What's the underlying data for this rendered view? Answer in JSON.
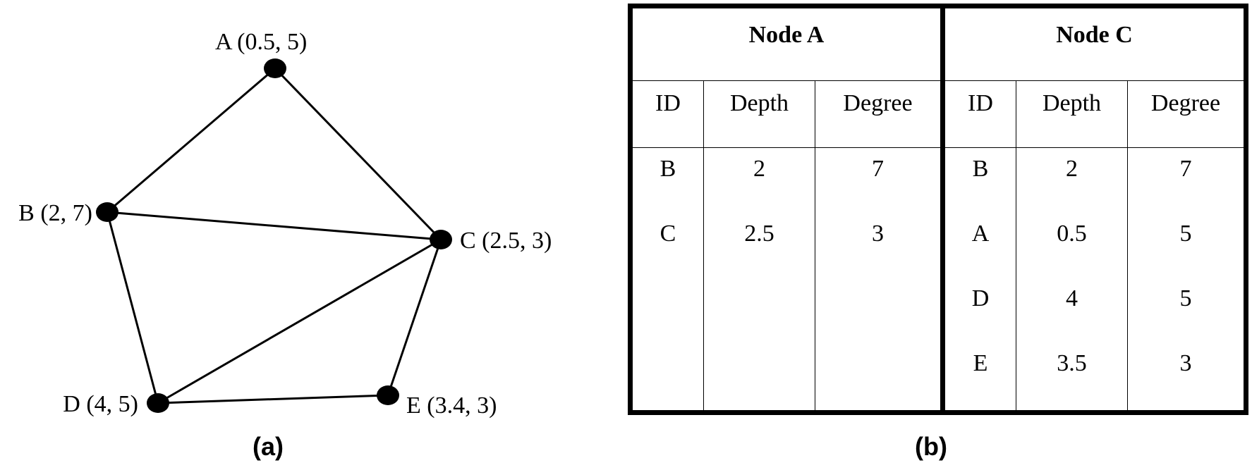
{
  "panel_a": {
    "caption": "(a)",
    "nodes": [
      {
        "id": "A",
        "label": "A (0.5, 5)"
      },
      {
        "id": "B",
        "label": "B (2, 7)"
      },
      {
        "id": "C",
        "label": "C (2.5, 3)"
      },
      {
        "id": "D",
        "label": "D (4, 5)"
      },
      {
        "id": "E",
        "label": "E (3.4, 3)"
      }
    ],
    "edges": [
      [
        "A",
        "B"
      ],
      [
        "A",
        "C"
      ],
      [
        "B",
        "C"
      ],
      [
        "B",
        "D"
      ],
      [
        "C",
        "D"
      ],
      [
        "C",
        "E"
      ],
      [
        "D",
        "E"
      ]
    ]
  },
  "panel_b": {
    "caption": "(b)",
    "node_a": {
      "title": "Node A",
      "headers": {
        "id": "ID",
        "depth": "Depth",
        "degree": "Degree"
      },
      "rows": [
        {
          "id": "B",
          "depth": "2",
          "degree": "7"
        },
        {
          "id": "C",
          "depth": "2.5",
          "degree": "3"
        }
      ]
    },
    "node_c": {
      "title": "Node C",
      "headers": {
        "id": "ID",
        "depth": "Depth",
        "degree": "Degree"
      },
      "rows": [
        {
          "id": "B",
          "depth": "2",
          "degree": "7"
        },
        {
          "id": "A",
          "depth": "0.5",
          "degree": "5"
        },
        {
          "id": "D",
          "depth": "4",
          "degree": "5"
        },
        {
          "id": "E",
          "depth": "3.5",
          "degree": "3"
        }
      ]
    }
  }
}
